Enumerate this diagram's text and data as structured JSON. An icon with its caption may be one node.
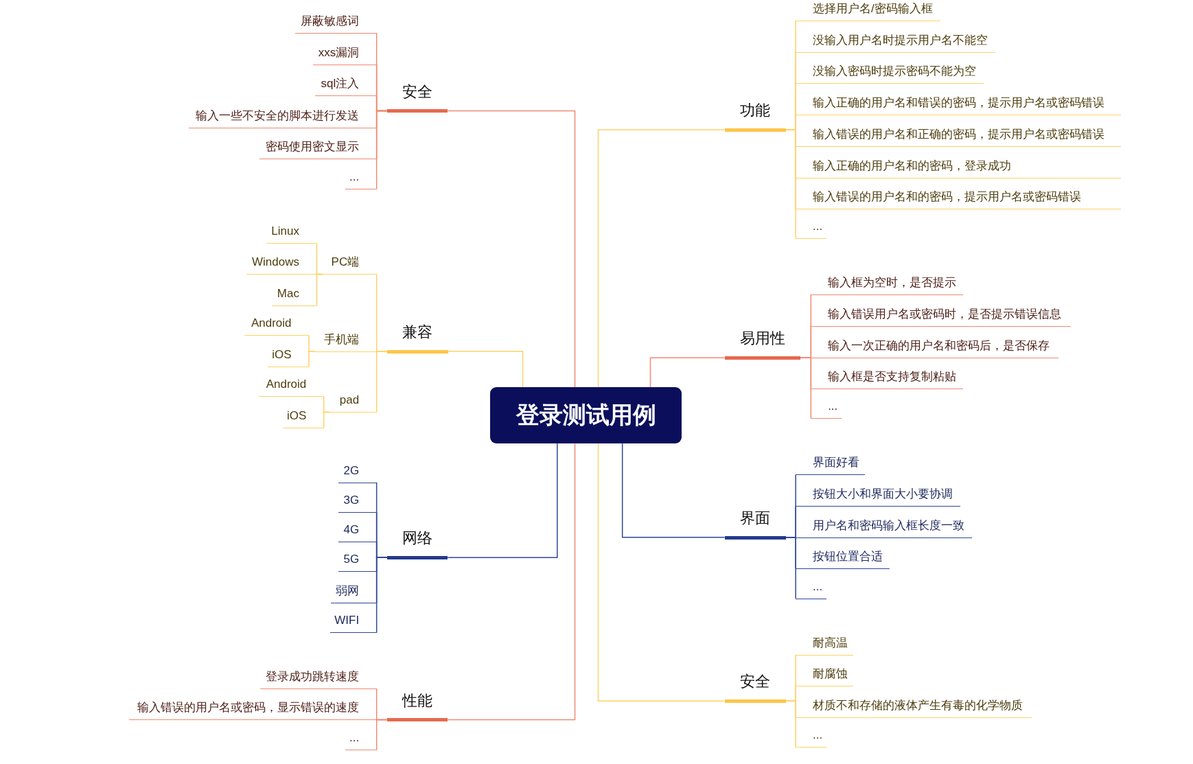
{
  "diagram": {
    "nodes": [
      {
        "text": [
          "登录测试用例"
        ]
      },
      {
        "text": [
          "安全"
        ]
      },
      {
        "text": [
          "屏蔽敏感词"
        ]
      },
      {
        "text": [
          "xxs漏洞"
        ]
      },
      {
        "text": [
          "sql注入"
        ]
      },
      {
        "text": [
          "输入一些不安全的脚本进行发送"
        ]
      },
      {
        "text": [
          "密码使用密文显示"
        ]
      },
      {
        "text": [
          "..."
        ]
      },
      {
        "text": [
          "兼容"
        ]
      },
      {
        "text": [
          "PC端"
        ]
      },
      {
        "text": [
          "Linux"
        ]
      },
      {
        "text": [
          "Windows"
        ]
      },
      {
        "text": [
          "Mac"
        ]
      },
      {
        "text": [
          "手机端"
        ]
      },
      {
        "text": [
          "Android"
        ]
      },
      {
        "text": [
          "iOS"
        ]
      },
      {
        "text": [
          "pad"
        ]
      },
      {
        "text": [
          "Android"
        ]
      },
      {
        "text": [
          "iOS"
        ]
      },
      {
        "text": [
          "网络"
        ]
      },
      {
        "text": [
          "2G"
        ]
      },
      {
        "text": [
          "3G"
        ]
      },
      {
        "text": [
          "4G"
        ]
      },
      {
        "text": [
          "5G"
        ]
      },
      {
        "text": [
          "弱网"
        ]
      },
      {
        "text": [
          "WIFI"
        ]
      },
      {
        "text": [
          "性能"
        ]
      },
      {
        "text": [
          "登录成功跳转速度"
        ]
      },
      {
        "text": [
          "输入错误的用户名或密码，显示错误的速度"
        ]
      },
      {
        "text": [
          "..."
        ]
      },
      {
        "text": [
          "功能"
        ]
      },
      {
        "text": [
          "选择用户名/密码输入框"
        ]
      },
      {
        "text": [
          "没输入用户名时提示用户名不能空"
        ]
      },
      {
        "text": [
          "没输入密码时提示密码不能为空"
        ]
      },
      {
        "text": [
          "输入正确的用户名和错误的密码，提示用户名或密码错误"
        ]
      },
      {
        "text": [
          "输入错误的用户名和正确的密码，提示用户名或密码错误"
        ]
      },
      {
        "text": [
          "输入正确的用户名和的密码，登录成功"
        ]
      },
      {
        "text": [
          "输入错误的用户名和的密码，提示用户名或密码错误"
        ]
      },
      {
        "text": [
          "..."
        ]
      },
      {
        "text": [
          "易用性"
        ]
      },
      {
        "text": [
          "输入框为空时，是否提示"
        ]
      },
      {
        "text": [
          "输入错误用户名或密码时，是否提示错误信息"
        ]
      },
      {
        "text": [
          "输入一次正确的用户名和密码后，是否保存"
        ]
      },
      {
        "text": [
          "输入框是否支持复制粘贴"
        ]
      },
      {
        "text": [
          "..."
        ]
      },
      {
        "text": [
          "界面"
        ]
      },
      {
        "text": [
          "界面好看"
        ]
      },
      {
        "text": [
          "按钮大小和界面大小要协调"
        ]
      },
      {
        "text": [
          "用户名和密码输入框长度一致"
        ]
      },
      {
        "text": [
          "按钮位置合适"
        ]
      },
      {
        "text": [
          "..."
        ]
      },
      {
        "text": [
          "安全"
        ]
      },
      {
        "text": [
          "耐高温"
        ]
      },
      {
        "text": [
          "耐腐蚀"
        ]
      },
      {
        "text": [
          "材质不和存储的液体产生有毒的化学物质"
        ]
      },
      {
        "text": [
          "..."
        ]
      }
    ],
    "edges": [
      {
        "from": 0,
        "to": 1,
        "arrow": "none",
        "color": "#ef8a73"
      },
      {
        "from": 1,
        "to": 2,
        "arrow": "none",
        "color": "#ef8a73"
      },
      {
        "from": 1,
        "to": 3,
        "arrow": "none",
        "color": "#ef8a73"
      },
      {
        "from": 1,
        "to": 4,
        "arrow": "none",
        "color": "#ef8a73"
      },
      {
        "from": 1,
        "to": 5,
        "arrow": "none",
        "color": "#ef8a73"
      },
      {
        "from": 1,
        "to": 6,
        "arrow": "none",
        "color": "#ef8a73"
      },
      {
        "from": 1,
        "to": 7,
        "arrow": "none",
        "color": "#ef8a73"
      },
      {
        "from": 0,
        "to": 8,
        "arrow": "none"
      },
      {
        "from": 8,
        "to": 9,
        "arrow": "none"
      },
      {
        "from": 9,
        "to": 10,
        "arrow": "none"
      },
      {
        "from": 9,
        "to": 11,
        "arrow": "none"
      },
      {
        "from": 9,
        "to": 12,
        "arrow": "none"
      },
      {
        "from": 8,
        "to": 13,
        "arrow": "none"
      },
      {
        "from": 13,
        "to": 14,
        "arrow": "none"
      },
      {
        "from": 13,
        "to": 15,
        "arrow": "none"
      },
      {
        "from": 8,
        "to": 16,
        "arrow": "none"
      },
      {
        "from": 16,
        "to": 17,
        "arrow": "none"
      },
      {
        "from": 16,
        "to": 18,
        "arrow": "none"
      },
      {
        "from": 0,
        "to": 19,
        "arrow": "none",
        "color": "#2f4798"
      },
      {
        "from": 19,
        "to": 20,
        "arrow": "none",
        "color": "#2f4798"
      },
      {
        "from": 19,
        "to": 21,
        "arrow": "none",
        "color": "#2f4798"
      },
      {
        "from": 19,
        "to": 22,
        "arrow": "none",
        "color": "#2f4798"
      },
      {
        "from": 19,
        "to": 23,
        "arrow": "none",
        "color": "#2f4798"
      },
      {
        "from": 19,
        "to": 24,
        "arrow": "none",
        "color": "#2f4798"
      },
      {
        "from": 19,
        "to": 25,
        "arrow": "none",
        "color": "#2f4798"
      },
      {
        "from": 0,
        "to": 26,
        "arrow": "none",
        "color": "#ef8a73"
      },
      {
        "from": 26,
        "to": 27,
        "arrow": "none",
        "color": "#ef8a73"
      },
      {
        "from": 26,
        "to": 28,
        "arrow": "none",
        "color": "#ef8a73"
      },
      {
        "from": 26,
        "to": 29,
        "arrow": "none",
        "color": "#ef8a73"
      },
      {
        "from": 0,
        "to": 30,
        "arrow": "none"
      },
      {
        "from": 30,
        "to": 31,
        "arrow": "none"
      },
      {
        "from": 30,
        "to": 32,
        "arrow": "none"
      },
      {
        "from": 30,
        "to": 33,
        "arrow": "none"
      },
      {
        "from": 30,
        "to": 34,
        "arrow": "none"
      },
      {
        "from": 30,
        "to": 35,
        "arrow": "none"
      },
      {
        "from": 30,
        "to": 36,
        "arrow": "none"
      },
      {
        "from": 30,
        "to": 37,
        "arrow": "none"
      },
      {
        "from": 30,
        "to": 38,
        "arrow": "none"
      },
      {
        "from": 0,
        "to": 39,
        "arrow": "none",
        "color": "#ef8a73"
      },
      {
        "from": 39,
        "to": 40,
        "arrow": "none",
        "color": "#ef8a73"
      },
      {
        "from": 39,
        "to": 41,
        "arrow": "none",
        "color": "#ef8a73"
      },
      {
        "from": 39,
        "to": 42,
        "arrow": "none",
        "color": "#ef8a73"
      },
      {
        "from": 39,
        "to": 43,
        "arrow": "none",
        "color": "#ef8a73"
      },
      {
        "from": 39,
        "to": 44,
        "arrow": "none",
        "color": "#ef8a73"
      },
      {
        "from": 0,
        "to": 45,
        "arrow": "none",
        "color": "#2f4798"
      },
      {
        "from": 45,
        "to": 46,
        "arrow": "none",
        "color": "#2f4798"
      },
      {
        "from": 45,
        "to": 47,
        "arrow": "none",
        "color": "#2f4798"
      },
      {
        "from": 45,
        "to": 48,
        "arrow": "none",
        "color": "#2f4798"
      },
      {
        "from": 45,
        "to": 49,
        "arrow": "none",
        "color": "#2f4798"
      },
      {
        "from": 45,
        "to": 50,
        "arrow": "none",
        "color": "#2f4798"
      },
      {
        "from": 0,
        "to": 51,
        "arrow": "none"
      },
      {
        "from": 51,
        "to": 52,
        "arrow": "none"
      },
      {
        "from": 51,
        "to": 53,
        "arrow": "none"
      },
      {
        "from": 51,
        "to": 54,
        "arrow": "none"
      },
      {
        "from": 51,
        "to": 55,
        "arrow": "none"
      }
    ]
  }
}
